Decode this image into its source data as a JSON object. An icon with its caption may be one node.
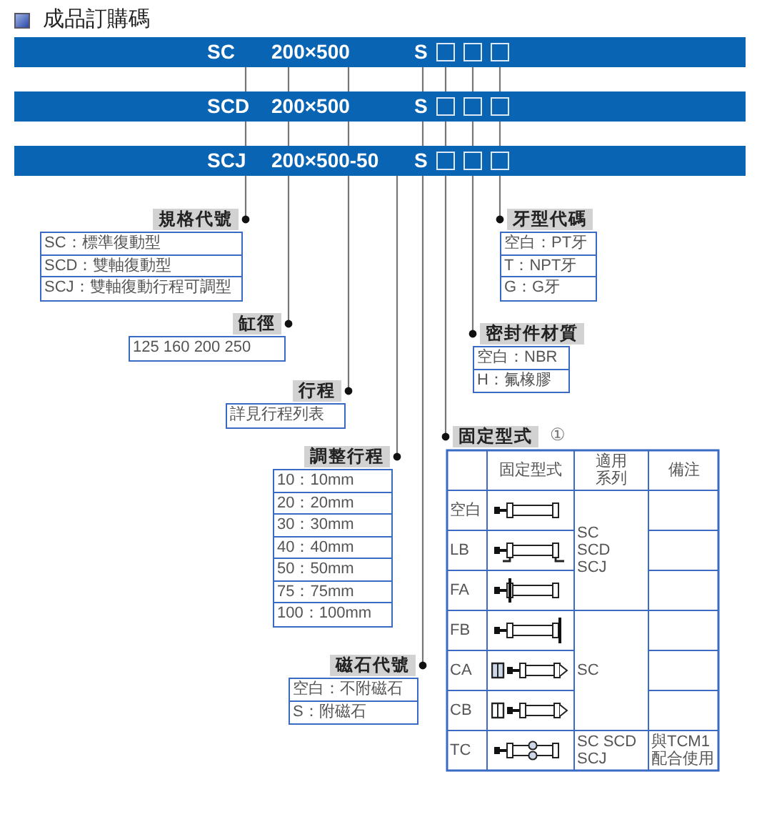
{
  "diagram": {
    "title": "成品訂購碼",
    "nodes": [
      {
        "text": [
          "SC",
          "200×500",
          "S"
        ]
      },
      {
        "text": [
          "SCD",
          "200×500",
          "S"
        ]
      },
      {
        "text": [
          "SCJ",
          "200×500-50",
          "S"
        ]
      },
      {
        "text": [
          "規格代號",
          "SC：標準復動型",
          "SCD：雙軸復動型",
          "SCJ：雙軸復動行程可調型"
        ]
      },
      {
        "text": [
          "牙型代碼",
          "空白：PT牙",
          "T：NPT牙",
          "G：G牙"
        ]
      },
      {
        "text": [
          "缸徑",
          "125  160  200  250"
        ]
      },
      {
        "text": [
          "密封件材質",
          "空白：NBR",
          "H：氟橡膠"
        ]
      },
      {
        "text": [
          "行程",
          "詳見行程列表"
        ]
      },
      {
        "text": [
          "固定型式",
          "固定型式",
          "適用系列",
          "備注",
          "空白",
          "SC SCD SCJ",
          "LB",
          "FA",
          "FB",
          "SC",
          "CA",
          "CB",
          "TC",
          "SC SCD SCJ",
          "與TCM1配合使用"
        ],
        "beside": [
          "①"
        ]
      },
      {
        "text": [
          "調整行程",
          "10：10mm",
          "20：20mm",
          "30：30mm",
          "40：40mm",
          "50：50mm",
          "75：75mm",
          "100：100mm"
        ]
      },
      {
        "text": [
          "磁石代號",
          "空白：不附磁石",
          "S：附磁石"
        ]
      }
    ],
    "edges": [
      {
        "from": 0,
        "to": 1,
        "arrow": "none"
      },
      {
        "from": 0,
        "to": 1,
        "arrow": "none"
      },
      {
        "from": 0,
        "to": 1,
        "arrow": "none"
      },
      {
        "from": 0,
        "to": 1,
        "arrow": "none"
      },
      {
        "from": 0,
        "to": 1,
        "arrow": "none"
      },
      {
        "from": 0,
        "to": 1,
        "arrow": "none"
      },
      {
        "from": 0,
        "to": 1,
        "arrow": "none"
      },
      {
        "from": 1,
        "to": 2,
        "arrow": "none"
      },
      {
        "from": 1,
        "to": 2,
        "arrow": "none"
      },
      {
        "from": 1,
        "to": 2,
        "arrow": "none"
      },
      {
        "from": 1,
        "to": 2,
        "arrow": "none"
      },
      {
        "from": 1,
        "to": 2,
        "arrow": "none"
      },
      {
        "from": 1,
        "to": 2,
        "arrow": "none"
      },
      {
        "from": 1,
        "to": 2,
        "arrow": "none"
      },
      {
        "from": 2,
        "to": 3,
        "arrow": "other"
      },
      {
        "from": 2,
        "to": 5,
        "arrow": "other"
      },
      {
        "from": 2,
        "to": 7,
        "arrow": "other"
      },
      {
        "from": 2,
        "to": 9,
        "arrow": "other"
      },
      {
        "from": 2,
        "to": 10,
        "arrow": "other"
      },
      {
        "from": 2,
        "to": 8,
        "arrow": "other"
      },
      {
        "from": 2,
        "to": 6,
        "arrow": "other"
      },
      {
        "from": 2,
        "to": 4,
        "arrow": "other"
      }
    ]
  }
}
